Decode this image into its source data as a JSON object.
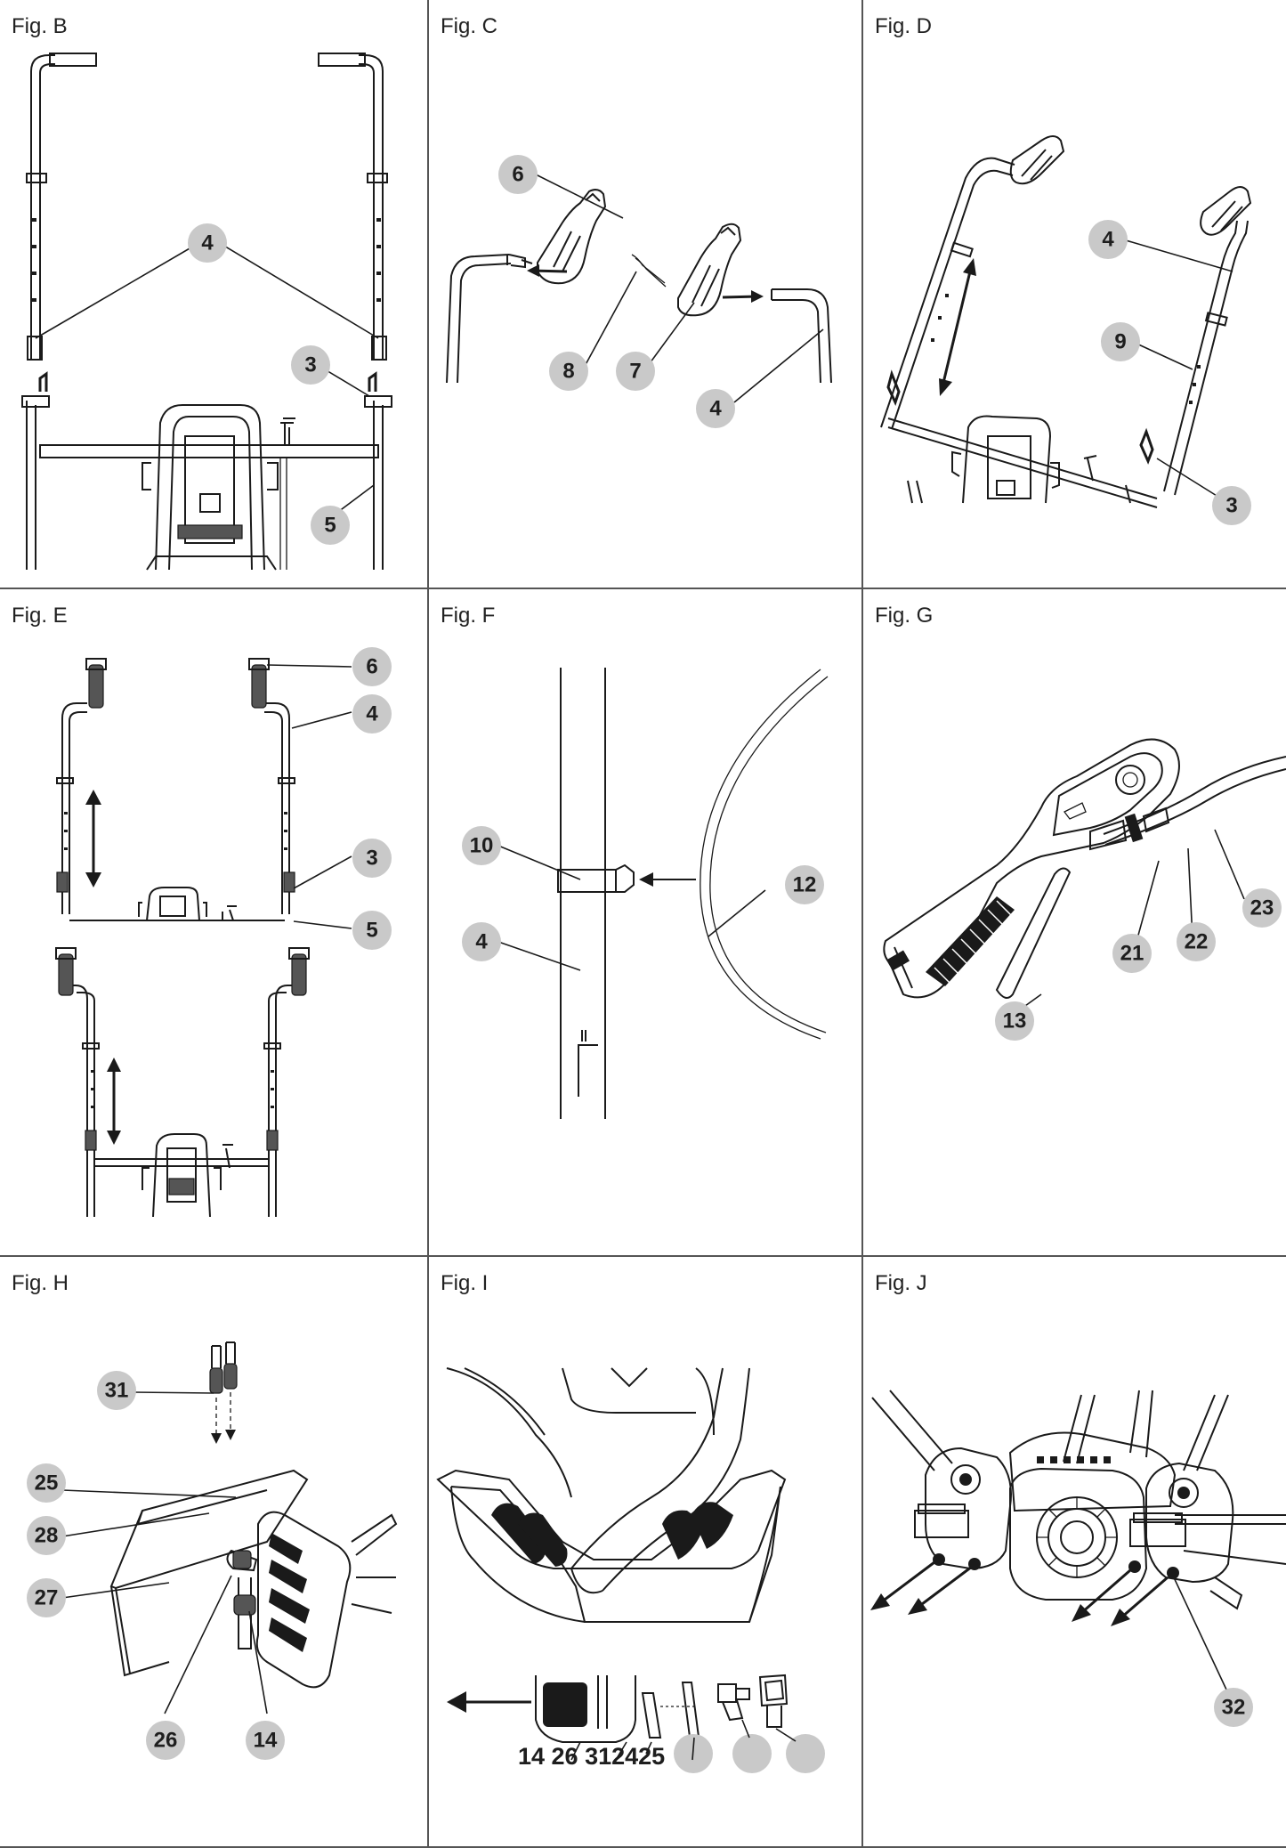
{
  "figures": {
    "B": {
      "title": "Fig. B",
      "callouts": [
        "4",
        "3",
        "5"
      ]
    },
    "C": {
      "title": "Fig. C",
      "callouts": [
        "6",
        "8",
        "7",
        "4"
      ]
    },
    "D": {
      "title": "Fig. D",
      "callouts": [
        "4",
        "9",
        "3"
      ]
    },
    "E": {
      "title": "Fig. E",
      "callouts": [
        "6",
        "4",
        "3",
        "5"
      ]
    },
    "F": {
      "title": "Fig. F",
      "callouts": [
        "10",
        "4",
        "12"
      ]
    },
    "G": {
      "title": "Fig. G",
      "callouts": [
        "21",
        "22",
        "23",
        "13"
      ]
    },
    "H": {
      "title": "Fig. H",
      "callouts": [
        "31",
        "25",
        "28",
        "27",
        "26",
        "14"
      ]
    },
    "I": {
      "title": "Fig. I",
      "inline_label": "14 26 312425"
    },
    "J": {
      "title": "Fig. J",
      "callouts": [
        "32"
      ]
    }
  },
  "colors": {
    "callout_fill": "#c9c9c9",
    "ink": "#1a1a1a",
    "divider": "#555555"
  }
}
